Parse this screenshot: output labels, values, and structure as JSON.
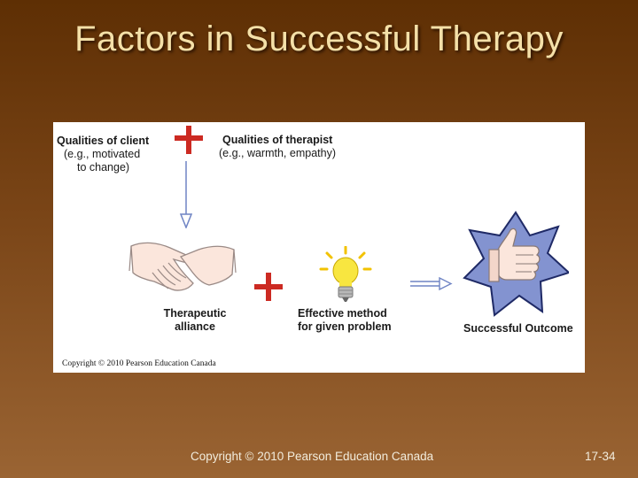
{
  "slide": {
    "title": "Factors in Successful Therapy",
    "footer_copyright": "Copyright © 2010 Pearson Education Canada",
    "slide_number": "17-34"
  },
  "figure": {
    "client_title": "Qualities of client",
    "client_detail_1": "(e.g., motivated",
    "client_detail_2": "to change)",
    "therapist_title": "Qualities of therapist",
    "therapist_detail": "(e.g., warmth, empathy)",
    "alliance_line1": "Therapeutic",
    "alliance_line2": "alliance",
    "method_line1": "Effective method",
    "method_line2": "for given problem",
    "outcome_label": "Successful Outcome",
    "figure_copyright": "Copyright © 2010 Pearson Education Canada"
  },
  "colors": {
    "plus": "#cc2a22",
    "arrow": "#6f84c4",
    "star": "#7f8ecc",
    "bulb": "#f6e03a"
  },
  "icons": [
    "plus-icon",
    "down-arrow-icon",
    "handshake-icon",
    "lightbulb-icon",
    "right-arrow-icon",
    "thumbs-up-star-icon"
  ]
}
